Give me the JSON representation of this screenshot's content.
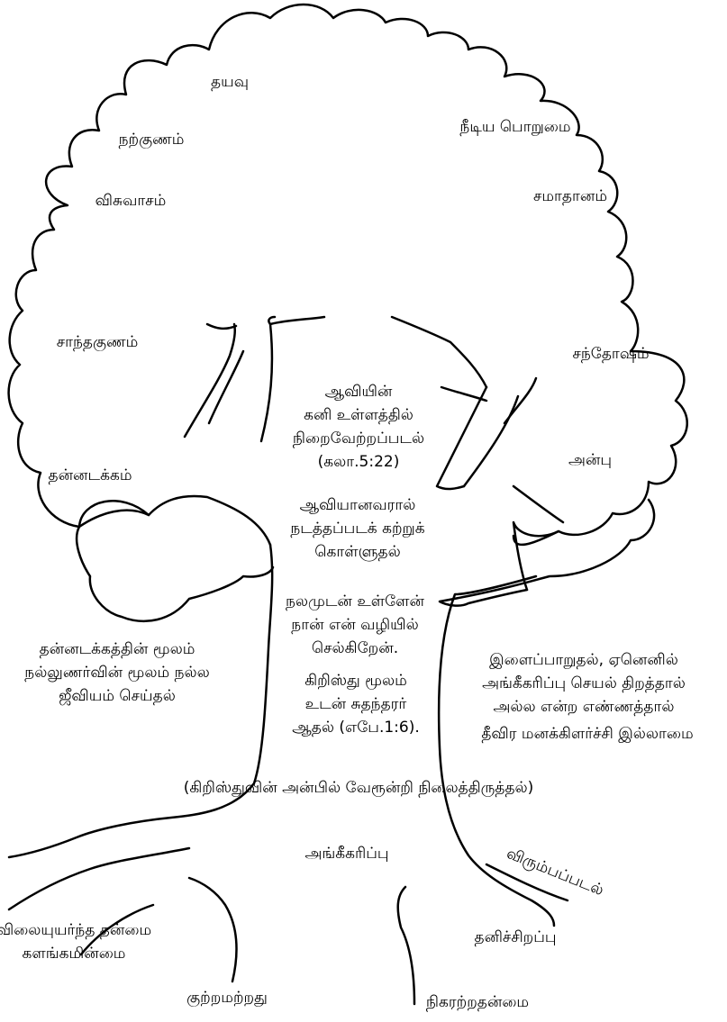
{
  "fruits": {
    "kindness": "தயவு",
    "goodness": "நற்குணம்",
    "patience": "நீடிய பொறுமை",
    "faith": "விசுவாசம்",
    "peace": "சமாதானம்",
    "gentleness": "சாந்தகுணம்",
    "joy": "சந்தோஷம்",
    "self_control": "தன்னடக்கம்",
    "love": "அன்பு"
  },
  "center": {
    "block1": [
      "ஆவியின்",
      "கனி உள்ளத்தில்",
      "நிறைவேற்றப்படல்",
      "(கலா.5:22)"
    ],
    "block2": [
      "ஆவியானவரால்",
      "நடத்தப்படக் கற்றுக்",
      "கொள்ளுதல்"
    ],
    "block3": [
      "நலமுடன் உள்ளேன்",
      "நான் என் வழியில்",
      "செல்கிறேன்."
    ],
    "block4": [
      "கிறிஸ்து மூலம்",
      "உடன் சுதந்தரர்",
      "ஆதல் (எபே.1:6)."
    ]
  },
  "left_side": [
    "தன்னடக்கத்தின் மூலம்",
    "நல்லுணர்வின் மூலம் நல்ல",
    "ஜீவியம் செய்தல்"
  ],
  "right_side": [
    "இளைப்பாறுதல், ஏனெனில்",
    "அங்கீகரிப்பு செயல் திறத்தால்",
    "அல்ல என்ற எண்ணத்தால்"
  ],
  "right_side_extra": "தீவிர மனக்கிளர்ச்சி இல்லாமை",
  "ground_line": "(கிறிஸ்துவின் அன்பில் வேரூன்றி நிலைத்திருத்தல்)",
  "roots": {
    "acceptance": "அங்கீகரிப்பு",
    "desirability": "விரும்பப்படல்",
    "worth": [
      "விலையுயர்ந்த தன்மை",
      "களங்கமின்மை"
    ],
    "uniqueness": "தனிச்சிறப்பு",
    "blameless": "குற்றமற்றது",
    "incomparable": "நிகரற்றதன்மை"
  }
}
